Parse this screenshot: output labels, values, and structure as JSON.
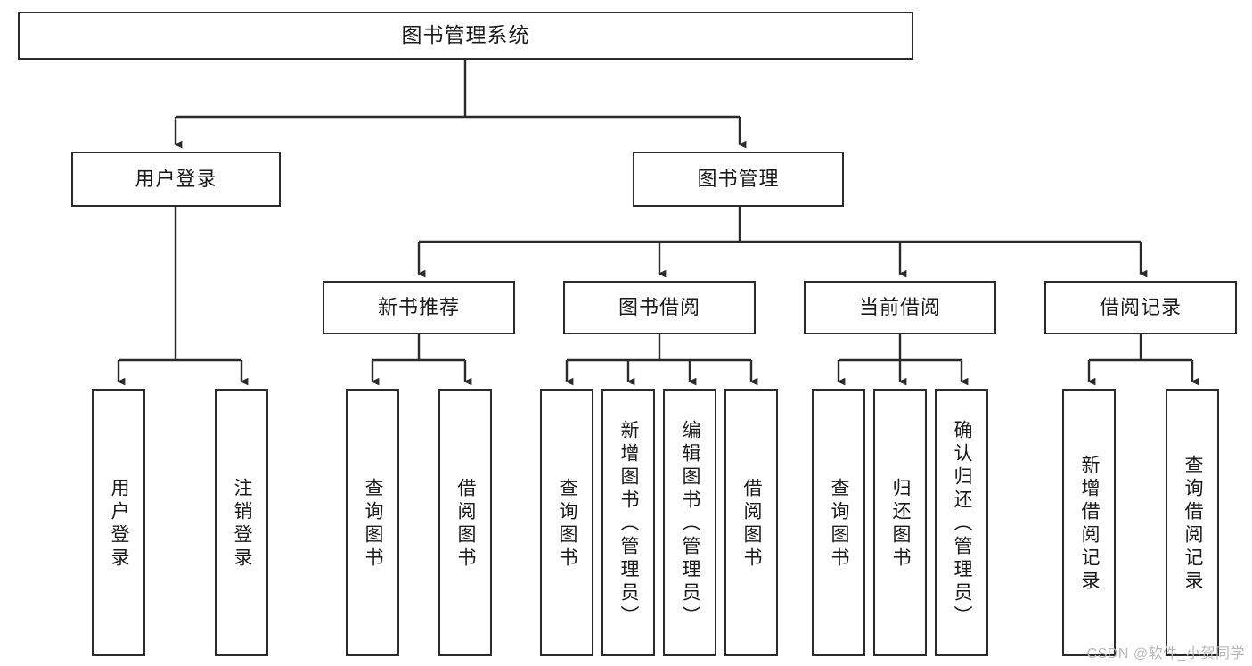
{
  "diagram": {
    "title": "图书管理系统",
    "type": "hierarchy-tree",
    "watermark": "CSDN @软件_小贺同学",
    "colors": {
      "stroke": "#2b2b2b",
      "background": "#ffffff",
      "text": "#1a1a1a",
      "watermark": "#b8b8b8"
    },
    "levels": {
      "root": {
        "label": "图书管理系统"
      },
      "level2": [
        {
          "label": "用户登录"
        },
        {
          "label": "图书管理"
        }
      ],
      "level3": [
        {
          "label": "新书推荐"
        },
        {
          "label": "图书借阅"
        },
        {
          "label": "当前借阅"
        },
        {
          "label": "借阅记录"
        }
      ],
      "leaves": {
        "user_login": [
          {
            "label": "用户登录"
          },
          {
            "label": "注销登录"
          }
        ],
        "new_book_recommend": [
          {
            "label": "查询图书"
          },
          {
            "label": "借阅图书"
          }
        ],
        "book_borrow": [
          {
            "label": "查询图书"
          },
          {
            "label": "新增图书（管理员）"
          },
          {
            "label": "编辑图书（管理员）"
          },
          {
            "label": "借阅图书"
          }
        ],
        "current_borrow": [
          {
            "label": "查询图书"
          },
          {
            "label": "归还图书"
          },
          {
            "label": "确认归还（管理员）"
          }
        ],
        "borrow_records": [
          {
            "label": "新增借阅记录"
          },
          {
            "label": "查询借阅记录"
          }
        ]
      }
    }
  }
}
